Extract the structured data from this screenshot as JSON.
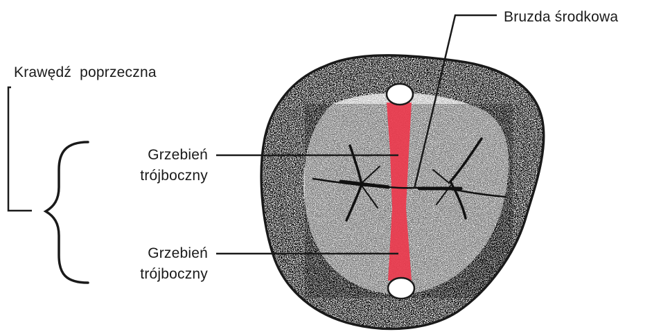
{
  "labels": {
    "central_groove": "Bruzda środkowa",
    "transverse_ridge": "Krawędź  poprzeczna",
    "triangular_ridge_upper": {
      "line1": "Grzebień",
      "line2": "trójboczny"
    },
    "triangular_ridge_lower": {
      "line1": "Grzebień",
      "line2": "trójboczny"
    }
  },
  "colors": {
    "ridge_highlight": "#ec3a4d",
    "ink": "#1a1a1a",
    "background": "#ffffff"
  }
}
